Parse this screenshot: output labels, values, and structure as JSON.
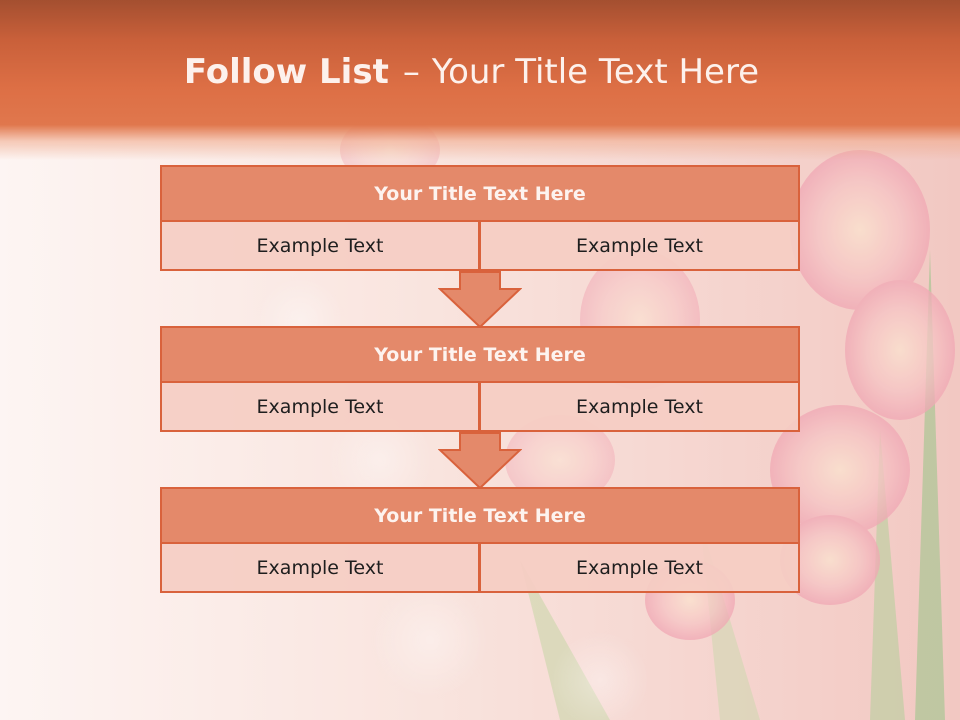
{
  "slide": {
    "title_bold": "Follow List",
    "title_dash": "–",
    "title_rest": "Your Title Text Here"
  },
  "steps": [
    {
      "title": "Your Title Text Here",
      "left_text": "Example Text",
      "right_text": "Example Text"
    },
    {
      "title": "Your Title Text Here",
      "left_text": "Example Text",
      "right_text": "Example Text"
    },
    {
      "title": "Your Title Text Here",
      "left_text": "Example Text",
      "right_text": "Example Text"
    }
  ],
  "colors": {
    "header": "#dd6f45",
    "box_title": "#e4896a",
    "box_border": "#d9623c",
    "box_cell": "#f5cdc3",
    "arrow_fill": "#e4896a"
  }
}
